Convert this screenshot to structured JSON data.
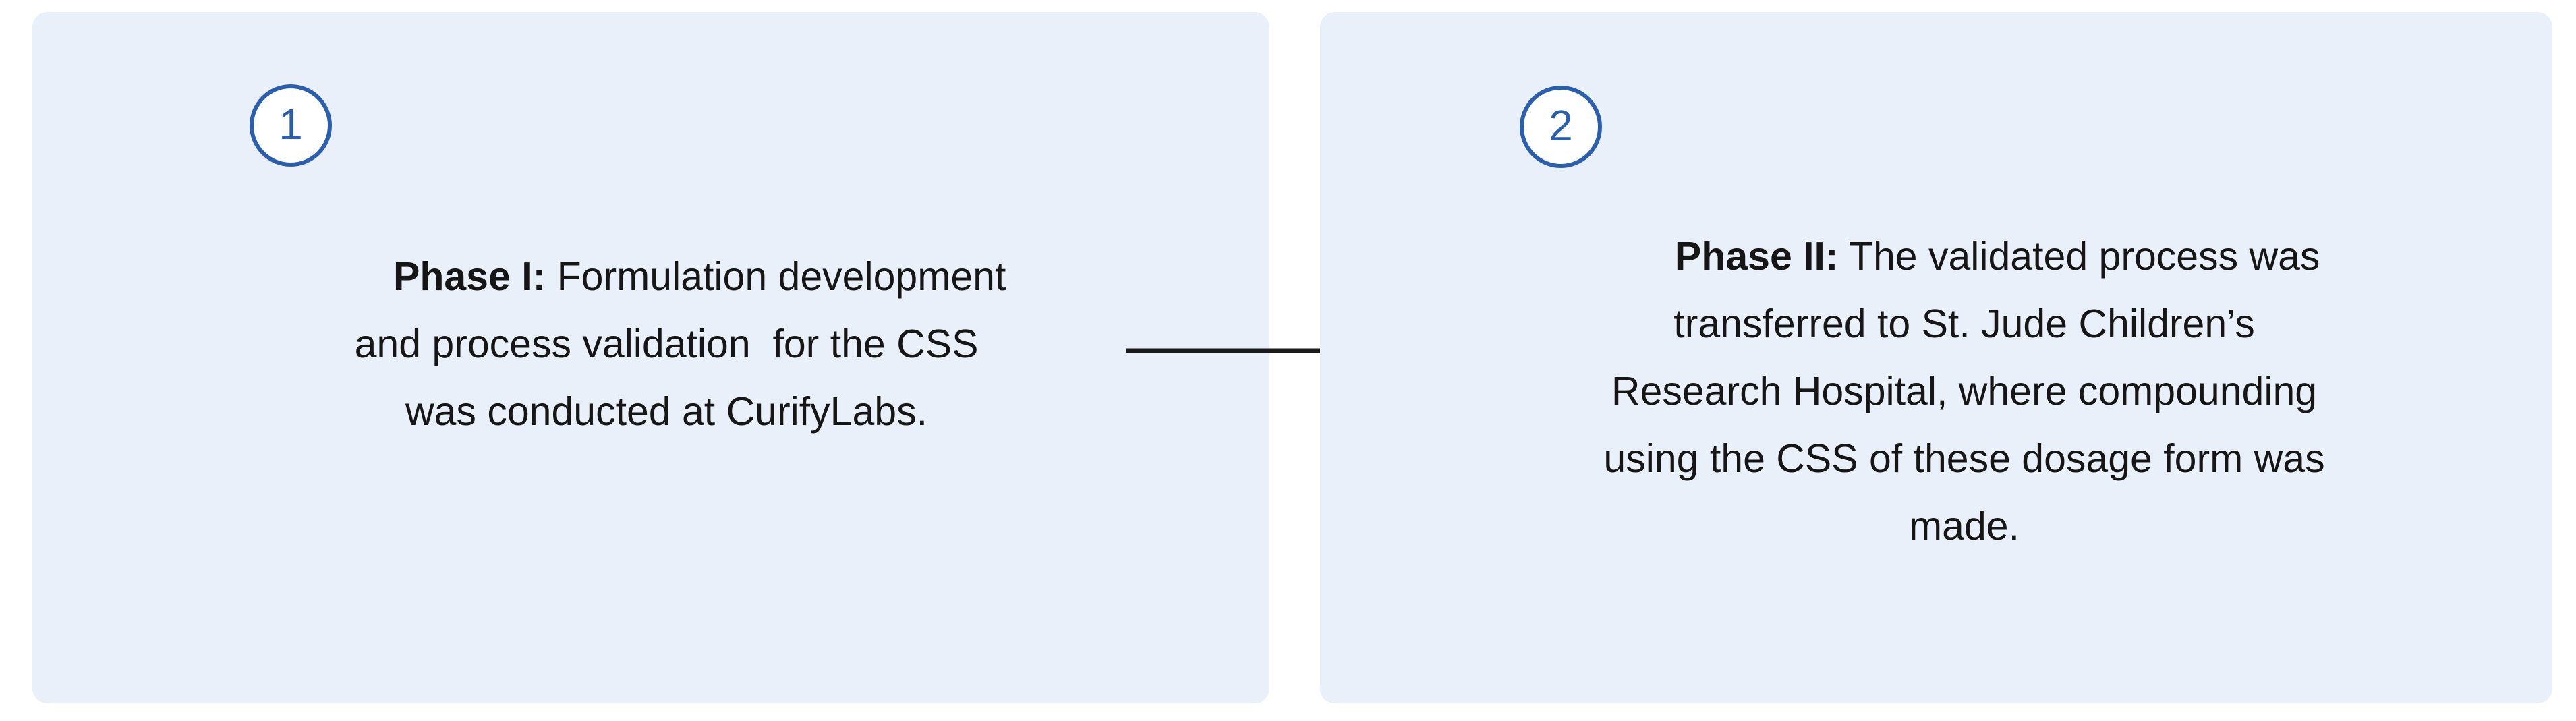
{
  "page": {
    "background_color": "#ffffff",
    "type": "two-step-process-flow"
  },
  "colors": {
    "card_background": "#eaf0fa",
    "badge_stroke": "#2a5fb0",
    "badge_number": "#2a5fb0",
    "badge_fill": "#ffffff",
    "body_text": "#161616",
    "arrow": "#1a1a1a"
  },
  "steps": [
    {
      "number": "1",
      "badge_icon_name": "step-number-circle-icon",
      "lead": "Phase I:",
      "body": " Formulation development and process validation  for the CSS was conducted at CurifyLabs.",
      "full_text": "Phase I: Formulation development and process validation  for the CSS was conducted at CurifyLabs.",
      "lines": [
        "Phase I: Formulation",
        "development and",
        "process validation  for",
        "the CSS was conducted",
        "at CurifyLabs."
      ]
    },
    {
      "number": "2",
      "badge_icon_name": "step-number-circle-icon",
      "lead": "Phase II:",
      "body": " The validated process was transferred to St. Jude Children’s Research Hospital, where compounding using the CSS of these dosage form was made.",
      "full_text": "Phase II: The validated process was transferred to St. Jude Children’s Research Hospital, where compounding using the CSS of these dosage form was made.",
      "lines": [
        "Phase II: The validated",
        "process was transferred to",
        "St. Jude Children’s Research",
        "Hospital, where",
        "compounding using the CSS",
        "of these dosage form was",
        "made."
      ]
    }
  ],
  "connector": {
    "icon_name": "right-arrow-icon",
    "direction": "right",
    "from_step": "1",
    "to_step": "2",
    "label": ""
  }
}
